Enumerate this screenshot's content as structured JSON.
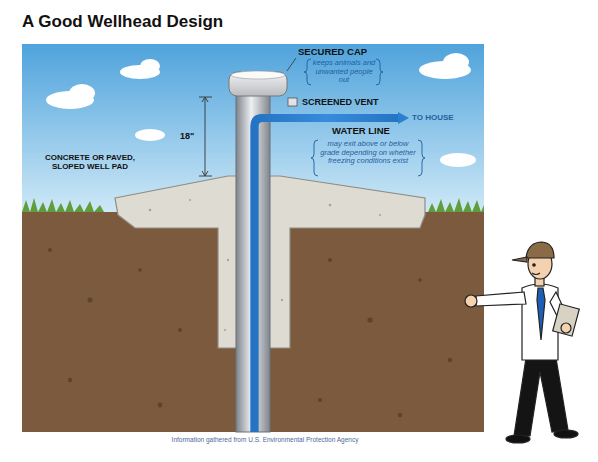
{
  "diagram": {
    "title": "A Good Wellhead Design",
    "caption": "Information gathered from U.S. Environmental Protection Agency",
    "labels": [
      "SECURED CAP",
      "keeps animals and unwanted people out",
      "SCREENED VENT",
      "TO HOUSE",
      "WATER LINE",
      "may exit above or below grade depending on whether freezing conditions exist",
      "18\"",
      "CONCRETE OR PAVED, SLOPED WELL PAD"
    ]
  }
}
